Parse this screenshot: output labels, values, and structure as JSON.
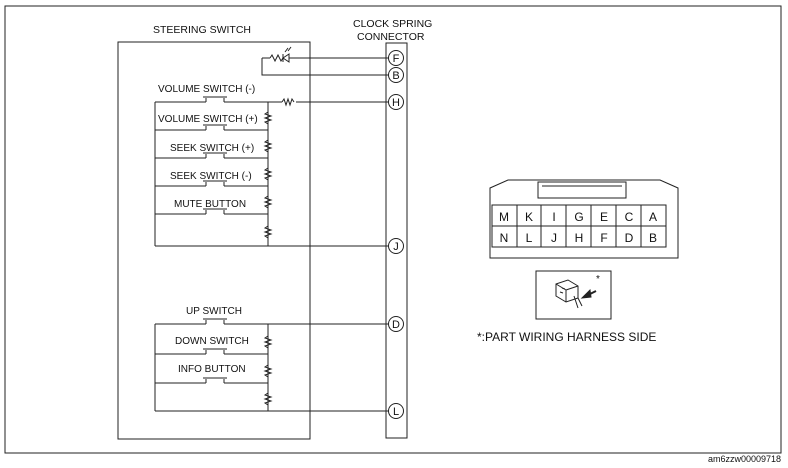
{
  "titles": {
    "steering_switch": "STEERING SWITCH",
    "clock_spring_line1": "CLOCK SPRING",
    "clock_spring_line2": "CONNECTOR"
  },
  "switch_labels": {
    "volume_minus": "VOLUME SWITCH (-)",
    "volume_plus": "VOLUME SWITCH (+)",
    "seek_plus": "SEEK SWITCH (+)",
    "seek_minus": "SEEK SWITCH (-)",
    "mute": "MUTE BUTTON",
    "up": "UP SWITCH",
    "down": "DOWN SWITCH",
    "info": "INFO BUTTON"
  },
  "pins": [
    "F",
    "B",
    "H",
    "J",
    "D",
    "L"
  ],
  "connector_top_row": [
    "M",
    "K",
    "I",
    "G",
    "E",
    "C",
    "A"
  ],
  "connector_bottom_row": [
    "N",
    "L",
    "J",
    "H",
    "F",
    "D",
    "B"
  ],
  "inset_asterisk": "*",
  "footnote": "*:PART WIRING HARNESS SIDE",
  "reference_code": "am6zzw00009718"
}
